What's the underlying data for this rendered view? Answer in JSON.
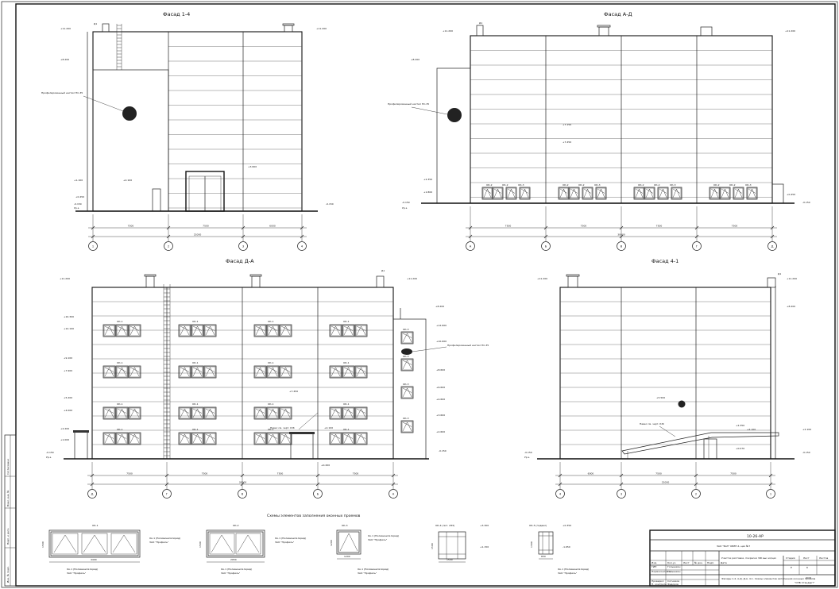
{
  "facades": {
    "f14": {
      "title": "Фасад 1-4",
      "axes": [
        "1",
        "2",
        "3",
        "4"
      ],
      "spans": [
        "7500",
        "7500",
        "6000"
      ],
      "total": "21000",
      "levels": [
        "+11.200",
        "+11.200",
        "+8.200",
        "+3.600",
        "+1.100",
        "+2.100",
        "+0.450",
        "-0.150",
        "-0.150"
      ],
      "tag_top": "Д1",
      "tag_ground": "Ур.з.",
      "note": "Профилированный настил НС-35"
    },
    "fad": {
      "title": "Фасад А-Д",
      "axes": [
        "А",
        "Б",
        "В",
        "Г",
        "Д"
      ],
      "spans": [
        "7500",
        "7500",
        "7500",
        "7500"
      ],
      "total": "30000",
      "levels": [
        "+11.200",
        "+11.200",
        "+8.200",
        "+7.150",
        "+7.450",
        "+2.350",
        "+1.800",
        "-0.150",
        "+0.450",
        "-0.150"
      ],
      "windows": [
        "ОК-2",
        "ОК-2",
        "ОК-3"
      ],
      "tag_top": "Д1",
      "tag_ground": "Ур.з.",
      "note": "Профилированный настил НС-35"
    },
    "fda": {
      "title": "Фасад Д-А",
      "axes": [
        "Д",
        "Г",
        "В",
        "Б",
        "А"
      ],
      "spans": [
        "7500",
        "7500",
        "7500",
        "7500"
      ],
      "total": "30000",
      "levels_left": [
        "+11.200",
        "+10.300",
        "+12.100",
        "+9.100",
        "+7.900",
        "+5.200",
        "+4.000",
        "+2.200",
        "+1.000",
        "-0.150"
      ],
      "levels_right": [
        "+11.200",
        "+8.200",
        "+12.600",
        "+10.600",
        "+8.600",
        "+6.600",
        "+4.600",
        "+3.600",
        "+2.600",
        "-0.150"
      ],
      "window": "ОК-1",
      "window_small": "ОК-3",
      "tag_top": "Д1",
      "tag_ground": "Ур.з.",
      "note": "Профилированный настил НС-35",
      "level_ent": "+2.100",
      "level_mid": "+7.450",
      "level_base": "+0.200",
      "canopy_note": "Навес см. черт. КЖ"
    },
    "f41": {
      "title": "Фасад 4-1",
      "axes": [
        "4",
        "3",
        "2",
        "1"
      ],
      "spans": [
        "6000",
        "7500",
        "7500"
      ],
      "total": "21000",
      "levels": [
        "+11.200",
        "+11.200",
        "+8.200",
        "+5.500",
        "+2.350",
        "+2.100",
        "+2.100",
        "+0.070",
        "-0.150",
        "-0.150"
      ],
      "tag_top": "Д1",
      "tag_ground": "Ур.з.",
      "canopy_note": "Навес см. черт. КЖ"
    }
  },
  "schemes": {
    "title": "Схемы элементов заполнения оконных проемов",
    "items": [
      {
        "name": "ОК-1",
        "width": "4400",
        "height": "1500",
        "spec": "Ок.1 (Поливинилхлорид)",
        "maker": "ЗАО \"Профиль\""
      },
      {
        "name": "ОК-2",
        "width": "2950",
        "height": "1500",
        "spec": "Ок.1 (Поливинилхлорид)",
        "maker": "ЗАО \"Профиль\""
      },
      {
        "name": "ОК-3",
        "width": "1200",
        "height": "1200",
        "spec": "Ок.1 (Поливинилхлорид)",
        "maker": "ЗАО \"Профиль\""
      },
      {
        "name": "ОК-4 (лит. 2ЭЗ)",
        "width": "1500",
        "height": "1500",
        "spec": "",
        "maker": "",
        "top": "+3.300",
        "bot": "+1.150"
      },
      {
        "name": "ОК-5 (подвал)",
        "width": "650",
        "height": "1300",
        "spec": "Ок.1 (Поливинилхлорид)",
        "maker": "ЗАО \"Профиль\"",
        "top": "+0.350",
        "bot": "-1.650"
      }
    ]
  },
  "stamp": {
    "code": "10-26-АР",
    "client": "ЗАО \"БАЗ\" ОБЕП-1, цех №7",
    "object": "Участок рихтовки, покраски ЧЖ выс.ис/цех",
    "sheet_title": "Фасады 1-4, А-Д, Д-А, 4-1. Схемы элементов заполнения оконных проемов",
    "company_1": "ООО",
    "company_2": "\"СПБ Стандарт\"",
    "stage_h": "Стадия",
    "sheet_h": "Лист",
    "sheets_h": "Листов",
    "stage": "Р",
    "sheet": "6",
    "cols": [
      "Изм.",
      "Кол.уч",
      "Лист",
      "№ док.",
      "Подп.",
      "Дата"
    ],
    "roles": [
      "ГИП",
      "Нормоконтроль",
      "",
      "Проверил",
      "Н. контроль"
    ],
    "names": [
      "Голышкин",
      "Голышкин",
      "",
      "Сотников",
      "Федоров"
    ]
  },
  "side_stamp": [
    "Согласовано",
    "Взам. инв. №",
    "Подп. и дата",
    "Инв. № подл."
  ]
}
